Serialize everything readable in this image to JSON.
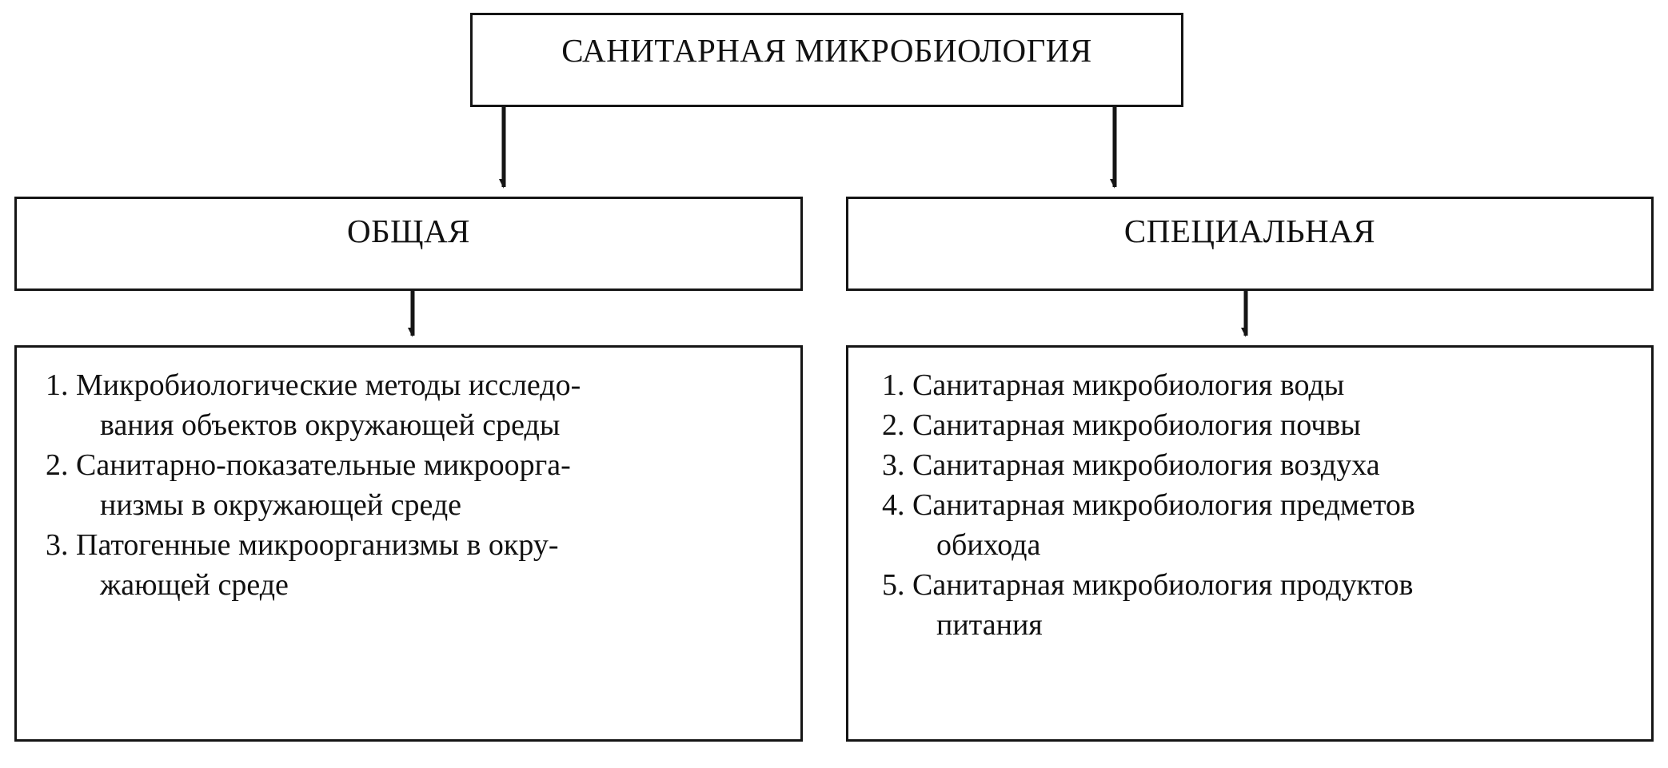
{
  "title": "САНИТАРНАЯ МИКРОБИОЛОГИЯ",
  "branches": {
    "general": {
      "label": "ОБЩАЯ",
      "items": [
        {
          "lines": [
            "1. Микробиологические методы исследо-",
            "вания объектов окружающей среды"
          ]
        },
        {
          "lines": [
            "2. Санитарно-показательные микроорга-",
            "низмы в окружающей среде"
          ]
        },
        {
          "lines": [
            "3. Патогенные микроорганизмы в окру-",
            "жающей среде"
          ]
        }
      ]
    },
    "special": {
      "label": "СПЕЦИАЛЬНАЯ",
      "items": [
        {
          "lines": [
            "1. Санитарная микробиология воды"
          ]
        },
        {
          "lines": [
            "2. Санитарная микробиология почвы"
          ]
        },
        {
          "lines": [
            "3. Санитарная микробиология воздуха"
          ]
        },
        {
          "lines": [
            "4. Санитарная микробиология предметов",
            "обихода"
          ]
        },
        {
          "lines": [
            "5. Санитарная микробиология продуктов",
            "питания"
          ]
        }
      ]
    }
  },
  "colors": {
    "ink": "#151515",
    "background": "#ffffff"
  }
}
